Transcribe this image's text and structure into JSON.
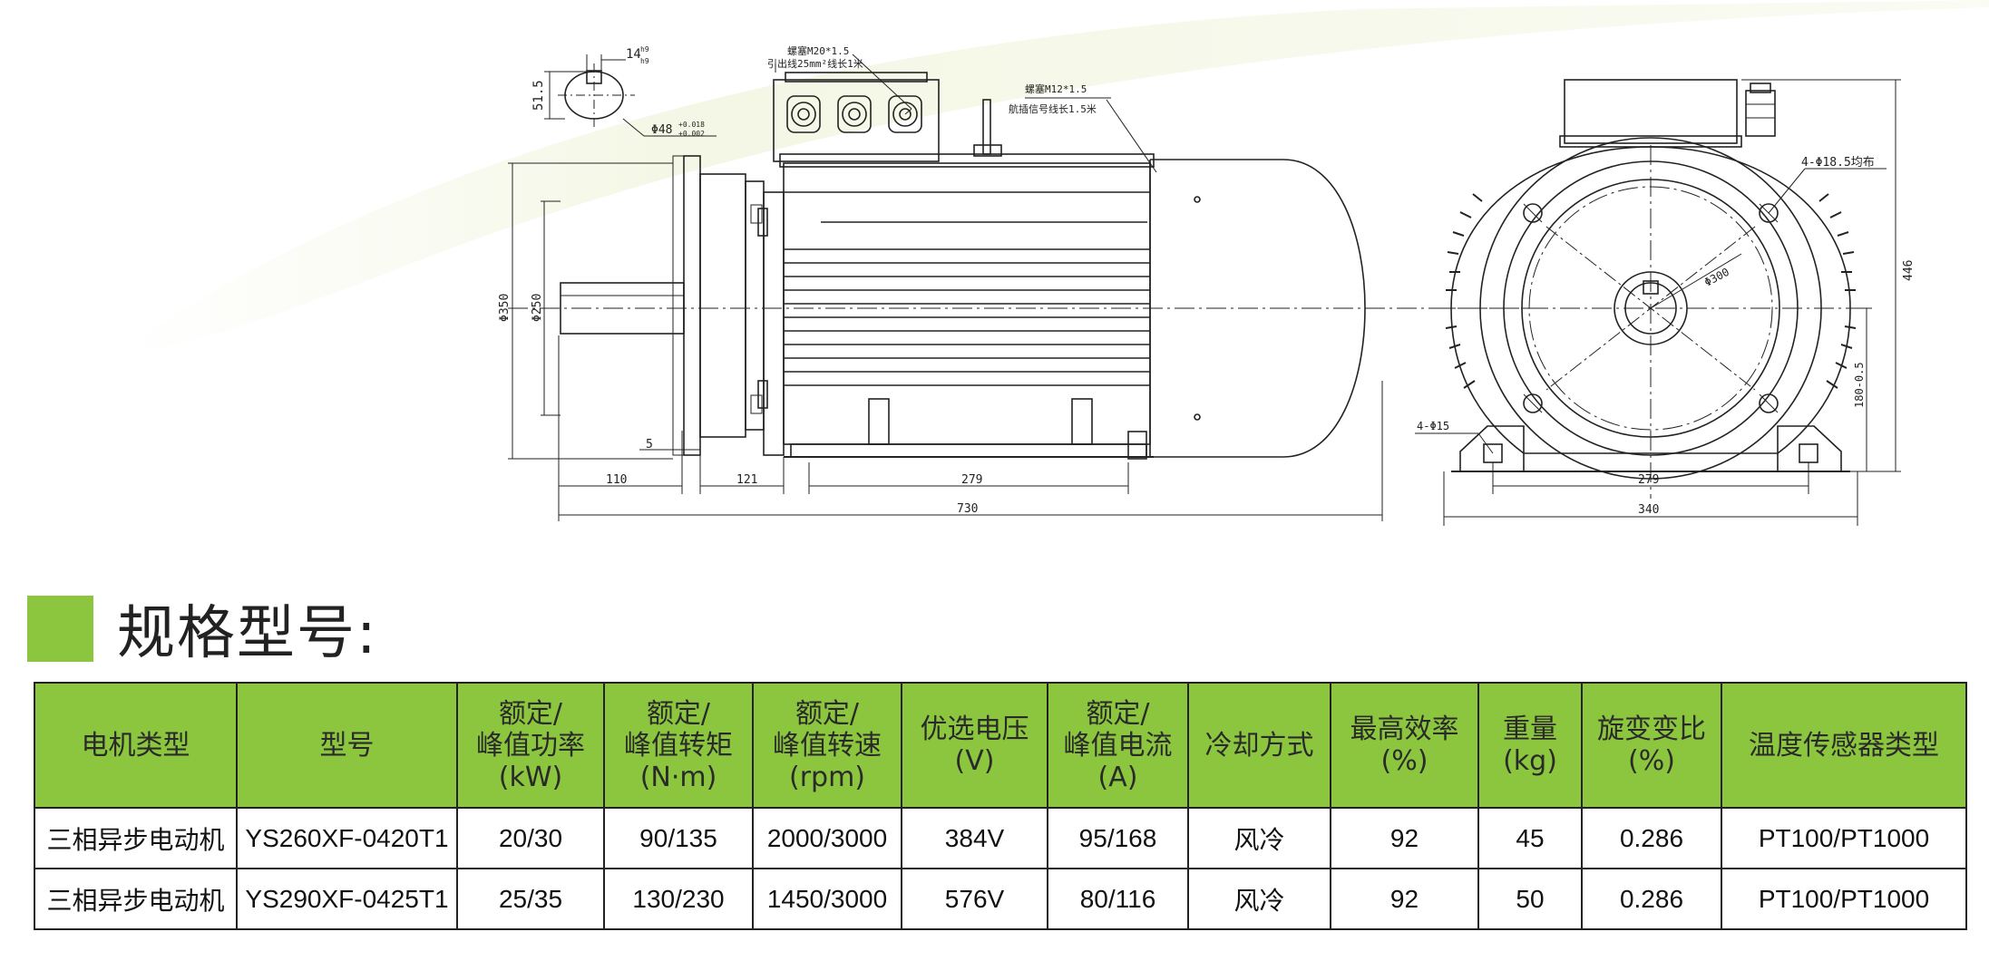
{
  "drawing": {
    "shaft_key_width": "14",
    "shaft_key_tol": "h9",
    "shaft_key_tol2": "h9",
    "shaft_key_height": "51.5",
    "shaft_diameter": "Φ48",
    "shaft_tol_top": "+0.018",
    "shaft_tol_bottom": "+0.002",
    "note_gland_1": "螺塞M20*1.5",
    "note_gland_2": "引出线25mm²线长1米",
    "note_signal_1": "螺塞M12*1.5",
    "note_signal_2": "航插信号线长1.5米",
    "dim_flange_outer": "Φ350",
    "dim_flange_inner": "Φ250",
    "dim_5": "5",
    "dim_110": "110",
    "dim_121": "121",
    "dim_279_side": "279",
    "dim_730": "730",
    "dim_holes_top": "4-Φ18.5均布",
    "dim_pcd": "Φ300",
    "dim_446": "446",
    "dim_180": "180-0.5",
    "dim_foot_holes": "4-Φ15",
    "dim_279_front": "279",
    "dim_340": "340"
  },
  "section_title": "规格型号:",
  "table": {
    "headers": [
      [
        "电机类型"
      ],
      [
        "型号"
      ],
      [
        "额定/",
        "峰值功率",
        "(kW)"
      ],
      [
        "额定/",
        "峰值转矩",
        "(N·m)"
      ],
      [
        "额定/",
        "峰值转速",
        "(rpm)"
      ],
      [
        "优选电压",
        "(V)"
      ],
      [
        "额定/",
        "峰值电流",
        "(A)"
      ],
      [
        "冷却方式"
      ],
      [
        "最高效率",
        "(%)"
      ],
      [
        "重量",
        "(kg)"
      ],
      [
        "旋变变比",
        "(%)"
      ],
      [
        "温度传感器类型"
      ]
    ],
    "rows": [
      [
        "三相异步电动机",
        "YS260XF-0420T1",
        "20/30",
        "90/135",
        "2000/3000",
        "384V",
        "95/168",
        "风冷",
        "92",
        "45",
        "0.286",
        "PT100/PT1000"
      ],
      [
        "三相异步电动机",
        "YS290XF-0425T1",
        "25/35",
        "130/230",
        "1450/3000",
        "576V",
        "80/116",
        "风冷",
        "92",
        "50",
        "0.286",
        "PT100/PT1000"
      ]
    ]
  },
  "colors": {
    "accent_green": "#8cc63f",
    "line": "#222222",
    "text": "#111111"
  }
}
